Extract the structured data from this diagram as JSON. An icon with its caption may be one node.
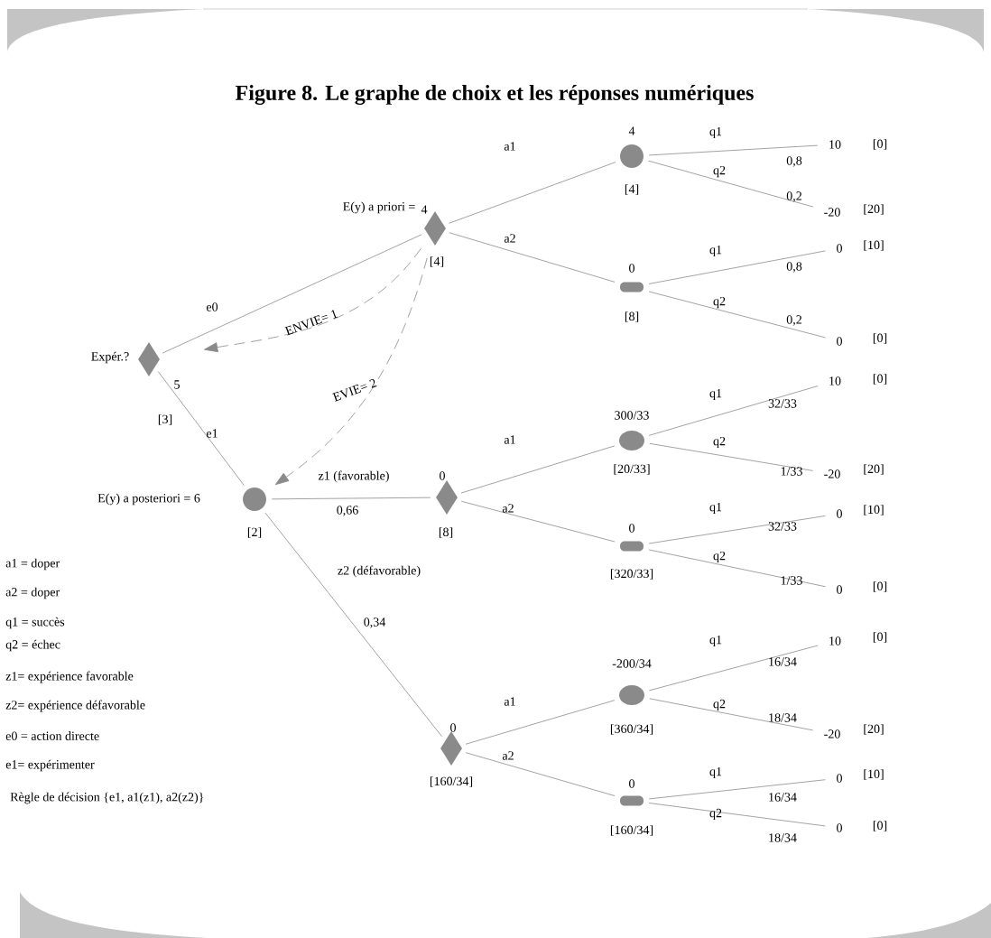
{
  "diagram": {
    "title": "Figure 8. Le graphe de choix et les réponses numériques",
    "nodes": [
      {
        "text": [],
        "shape": "diamond",
        "beside": [
          "Expér.?",
          "5",
          "[3]"
        ]
      },
      {
        "text": [],
        "shape": "diamond",
        "beside": [
          "E(y) a priori =",
          "4",
          "[4]"
        ]
      },
      {
        "text": [],
        "shape": "circle",
        "beside": [
          "4",
          "[4]"
        ]
      },
      {
        "text": [
          "10"
        ],
        "beside": [
          "[0]"
        ]
      },
      {
        "text": [
          "-20"
        ],
        "beside": [
          "[20]"
        ]
      },
      {
        "text": [],
        "shape": "capsule",
        "beside": [
          "0",
          "[8]"
        ]
      },
      {
        "text": [
          "0"
        ],
        "beside": [
          "[10]"
        ]
      },
      {
        "text": [
          "0"
        ],
        "beside": [
          "[0]"
        ]
      },
      {
        "text": [],
        "shape": "circle",
        "beside": [
          "E(y) a posteriori = 6",
          "[2]"
        ]
      },
      {
        "text": [],
        "shape": "diamond",
        "beside": [
          "0",
          "[8]"
        ]
      },
      {
        "text": [],
        "shape": "circle",
        "beside": [
          "300/33",
          "[20/33]"
        ]
      },
      {
        "text": [
          "10"
        ],
        "beside": [
          "[0]"
        ]
      },
      {
        "text": [
          "-20"
        ],
        "beside": [
          "[20]"
        ]
      },
      {
        "text": [],
        "shape": "capsule",
        "beside": [
          "0",
          "[320/33]"
        ]
      },
      {
        "text": [
          "0"
        ],
        "beside": [
          "[10]"
        ]
      },
      {
        "text": [
          "0"
        ],
        "beside": [
          "[0]"
        ]
      },
      {
        "text": [],
        "shape": "diamond",
        "beside": [
          "0",
          "[160/34]"
        ]
      },
      {
        "text": [],
        "shape": "circle",
        "beside": [
          "-200/34",
          "[360/34]"
        ]
      },
      {
        "text": [
          "10"
        ],
        "beside": [
          "[0]"
        ]
      },
      {
        "text": [
          "-20"
        ],
        "beside": [
          "[20]"
        ]
      },
      {
        "text": [],
        "shape": "capsule",
        "beside": [
          "0",
          "[160/34]"
        ]
      },
      {
        "text": [
          "0"
        ],
        "beside": [
          "[10]"
        ]
      },
      {
        "text": [
          "0"
        ],
        "beside": [
          "[0]"
        ]
      }
    ],
    "edges": [
      {
        "from": 0,
        "to": 1,
        "arrow": "none",
        "label": "e0"
      },
      {
        "from": 0,
        "to": 8,
        "arrow": "none",
        "label": "e1"
      },
      {
        "from": 1,
        "to": 2,
        "arrow": "none",
        "label": "a1"
      },
      {
        "from": 1,
        "to": 5,
        "arrow": "none",
        "label": "a2"
      },
      {
        "from": 2,
        "to": 3,
        "arrow": "none",
        "label": "q1"
      },
      {
        "from": 2,
        "to": 4,
        "arrow": "none",
        "label": "q2"
      },
      {
        "from": 5,
        "to": 6,
        "arrow": "none",
        "label": "q1"
      },
      {
        "from": 5,
        "to": 7,
        "arrow": "none",
        "label": "q2"
      },
      {
        "from": 8,
        "to": 9,
        "arrow": "none",
        "label": "z1 (favorable)"
      },
      {
        "from": 8,
        "to": 16,
        "arrow": "none",
        "label": "z2 (défavorable)"
      },
      {
        "from": 9,
        "to": 10,
        "arrow": "none",
        "label": "a1"
      },
      {
        "from": 9,
        "to": 13,
        "arrow": "none",
        "label": "a2"
      },
      {
        "from": 10,
        "to": 11,
        "arrow": "none",
        "label": "q1"
      },
      {
        "from": 10,
        "to": 12,
        "arrow": "none",
        "label": "q2"
      },
      {
        "from": 13,
        "to": 14,
        "arrow": "none",
        "label": "q1"
      },
      {
        "from": 13,
        "to": 15,
        "arrow": "none",
        "label": "q2"
      },
      {
        "from": 16,
        "to": 17,
        "arrow": "none",
        "label": "a1"
      },
      {
        "from": 16,
        "to": 20,
        "arrow": "none",
        "label": "a2"
      },
      {
        "from": 17,
        "to": 18,
        "arrow": "none",
        "label": "q1"
      },
      {
        "from": 17,
        "to": 19,
        "arrow": "none",
        "label": "q2"
      },
      {
        "from": 20,
        "to": 21,
        "arrow": "none",
        "label": "q1"
      },
      {
        "from": 20,
        "to": 22,
        "arrow": "none",
        "label": "q2"
      },
      {
        "from": 1,
        "to": 0,
        "arrow": "to",
        "label": "ENVIE= 1",
        "style": "dashed"
      },
      {
        "from": 1,
        "to": 8,
        "arrow": "to",
        "label": "EVIE= 2",
        "style": "dashed"
      }
    ],
    "labels": [
      "0,8",
      "0,2",
      "0,8",
      "0,2",
      "32/33",
      "1/33",
      "0,66",
      "32/33",
      "1/33",
      "0,34",
      "16/34",
      "18/34",
      "16/34",
      "18/34",
      "a1 = doper",
      "a2 = doper",
      "q1 = succès",
      "q2 = échec",
      "z1= expérience favorable",
      "z2= expérience défavorable",
      "e0 = action directe",
      "e1= expérimenter",
      "Règle de décision {e1, a1(z1), a2(z2)}"
    ]
  }
}
